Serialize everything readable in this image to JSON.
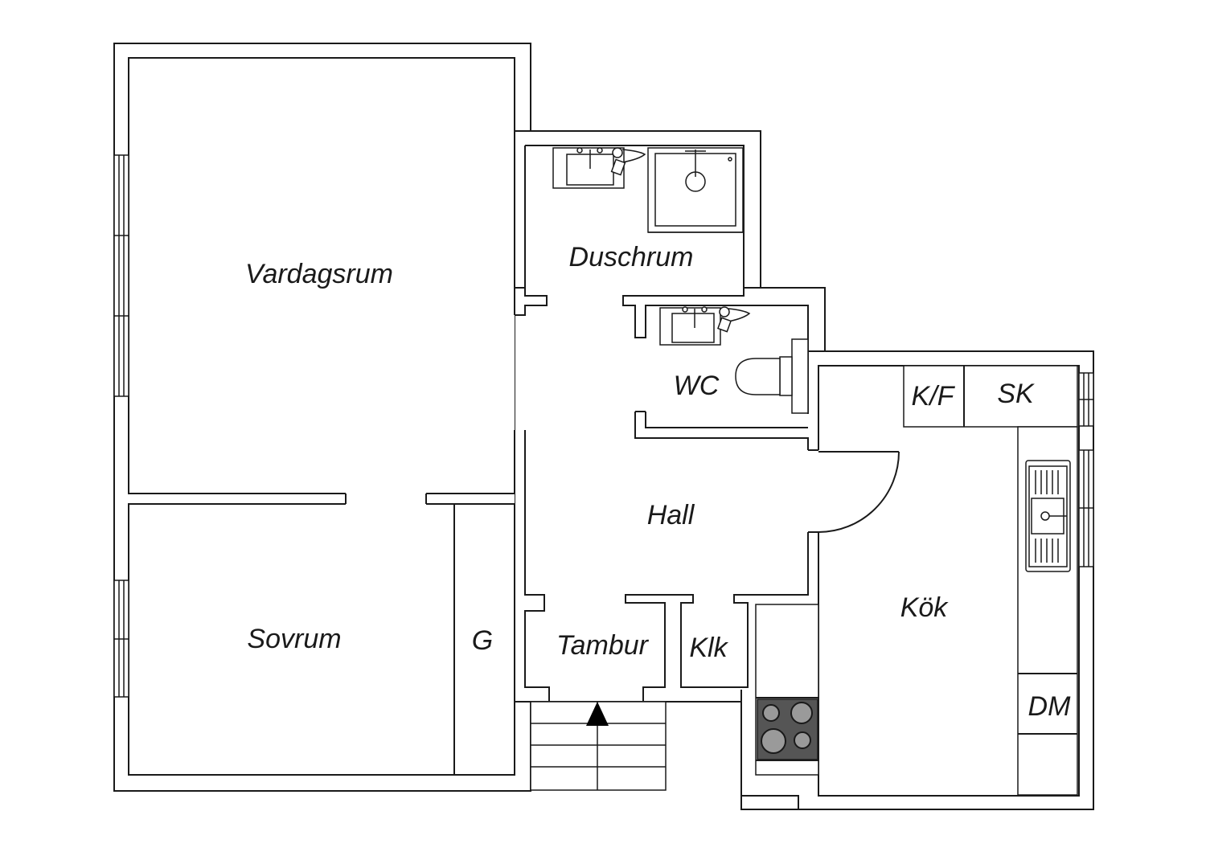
{
  "rooms": {
    "vardagsrum": "Vardagsrum",
    "duschrum": "Duschrum",
    "wc": "WC",
    "hall": "Hall",
    "sovrum": "Sovrum",
    "garderob": "G",
    "tambur": "Tambur",
    "klk": "Klk",
    "kok": "Kök",
    "kf": "K/F",
    "sk": "SK",
    "dm": "DM"
  },
  "colors": {
    "ink": "#1a1a1a",
    "stove": "#555555",
    "burner": "#9a9a9a"
  },
  "icons": {
    "entrance": "triangle-up-arrow-icon",
    "stove": "stove-icon",
    "sink": "sink-icon",
    "shower": "shower-icon",
    "toilet": "toilet-icon"
  }
}
